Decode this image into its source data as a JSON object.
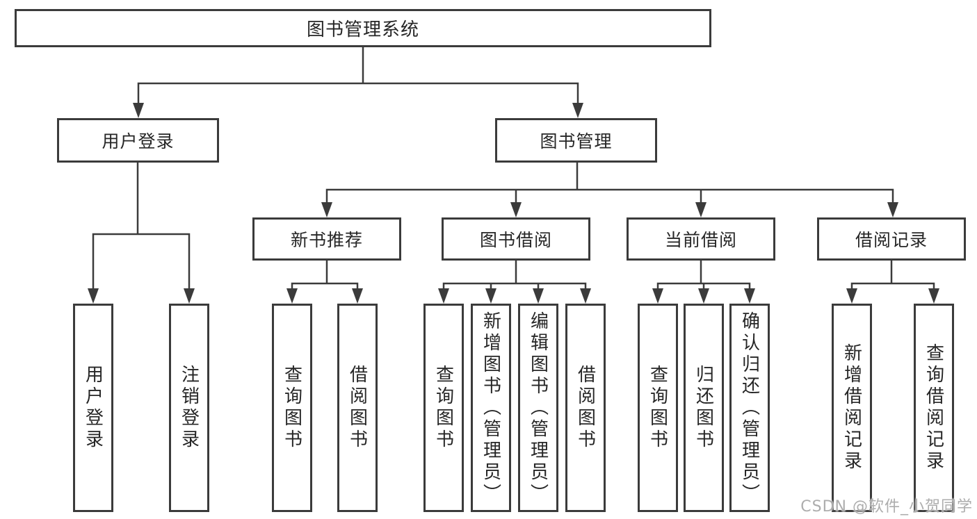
{
  "diagram": {
    "title": "图书管理系统",
    "root": {
      "label": "图书管理系统"
    },
    "level1": [
      {
        "label": "用户登录"
      },
      {
        "label": "图书管理"
      }
    ],
    "level2": [
      {
        "label": "新书推荐",
        "parent": "图书管理"
      },
      {
        "label": "图书借阅",
        "parent": "图书管理"
      },
      {
        "label": "当前借阅",
        "parent": "图书管理"
      },
      {
        "label": "借阅记录",
        "parent": "图书管理"
      }
    ],
    "leaves": [
      {
        "label": "用户登录",
        "parent": "用户登录"
      },
      {
        "label": "注销登录",
        "parent": "用户登录"
      },
      {
        "label": "查询图书",
        "parent": "新书推荐"
      },
      {
        "label": "借阅图书",
        "parent": "新书推荐"
      },
      {
        "label": "查询图书",
        "parent": "图书借阅"
      },
      {
        "label": "新增图书（管理员）",
        "parent": "图书借阅"
      },
      {
        "label": "编辑图书（管理员）",
        "parent": "图书借阅"
      },
      {
        "label": "借阅图书",
        "parent": "图书借阅"
      },
      {
        "label": "查询图书",
        "parent": "当前借阅"
      },
      {
        "label": "归还图书",
        "parent": "当前借阅"
      },
      {
        "label": "确认归还（管理员）",
        "parent": "当前借阅"
      },
      {
        "label": "新增借阅记录",
        "parent": "借阅记录"
      },
      {
        "label": "查询借阅记录",
        "parent": "借阅记录"
      }
    ]
  },
  "watermark": "CSDN @软件_小贺同学",
  "colors": {
    "line": "#3b3b3b",
    "text": "#262626",
    "watermark": "#a2a2a2",
    "background": "#ffffff"
  }
}
